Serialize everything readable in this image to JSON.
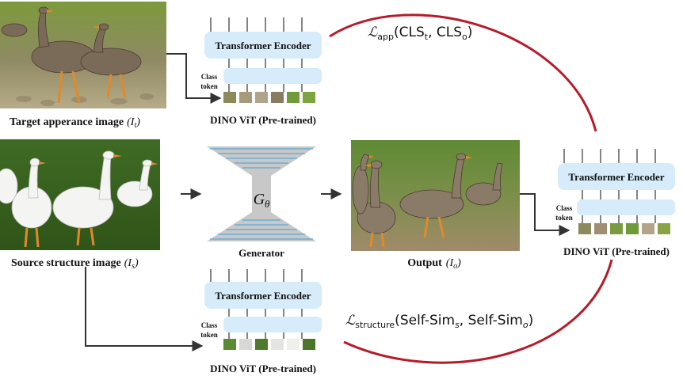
{
  "images": {
    "target": {
      "caption_text": "Target apperance image",
      "caption_var": "I",
      "caption_sub": "t",
      "scene": "geese-on-cobblestone-path"
    },
    "source": {
      "caption_text": "Source structure image",
      "caption_var": "I",
      "caption_sub": "s",
      "scene": "white-geese-on-grass"
    },
    "output": {
      "caption_text": "Output",
      "caption_var": "I",
      "caption_sub": "o",
      "scene": "grey-geese-on-field"
    }
  },
  "dino_top": {
    "encoder_label": "Transformer Encoder",
    "class_token_label_1": "Class",
    "class_token_label_2": "token",
    "caption": "DINO ViT (Pre-trained)"
  },
  "dino_bottom": {
    "encoder_label": "Transformer Encoder",
    "class_token_label_1": "Class",
    "class_token_label_2": "token",
    "caption": "DINO ViT (Pre-trained)"
  },
  "dino_right": {
    "encoder_label": "Transformer Encoder",
    "class_token_label_1": "Class",
    "class_token_label_2": "token",
    "caption": "DINO ViT (Pre-trained)"
  },
  "generator": {
    "symbol": "G",
    "symbol_sub": "θ",
    "caption": "Generator"
  },
  "losses": {
    "app": {
      "script": "ℒ",
      "sub": "app",
      "arg1": "CLS",
      "arg1_sub": "t",
      "arg2": "CLS",
      "arg2_sub": "o"
    },
    "structure": {
      "script": "ℒ",
      "sub": "structure",
      "arg1": "Self-Sim",
      "arg1_sub": "s",
      "arg2": "Self-Sim",
      "arg2_sub": "o"
    }
  },
  "colors": {
    "encoder_fill": "#d6ecfa",
    "loss_curve": "#b51b2a",
    "generator_fill": "#c8c8c8",
    "generator_lines": "#5aa9d6",
    "arrow": "#333333"
  }
}
